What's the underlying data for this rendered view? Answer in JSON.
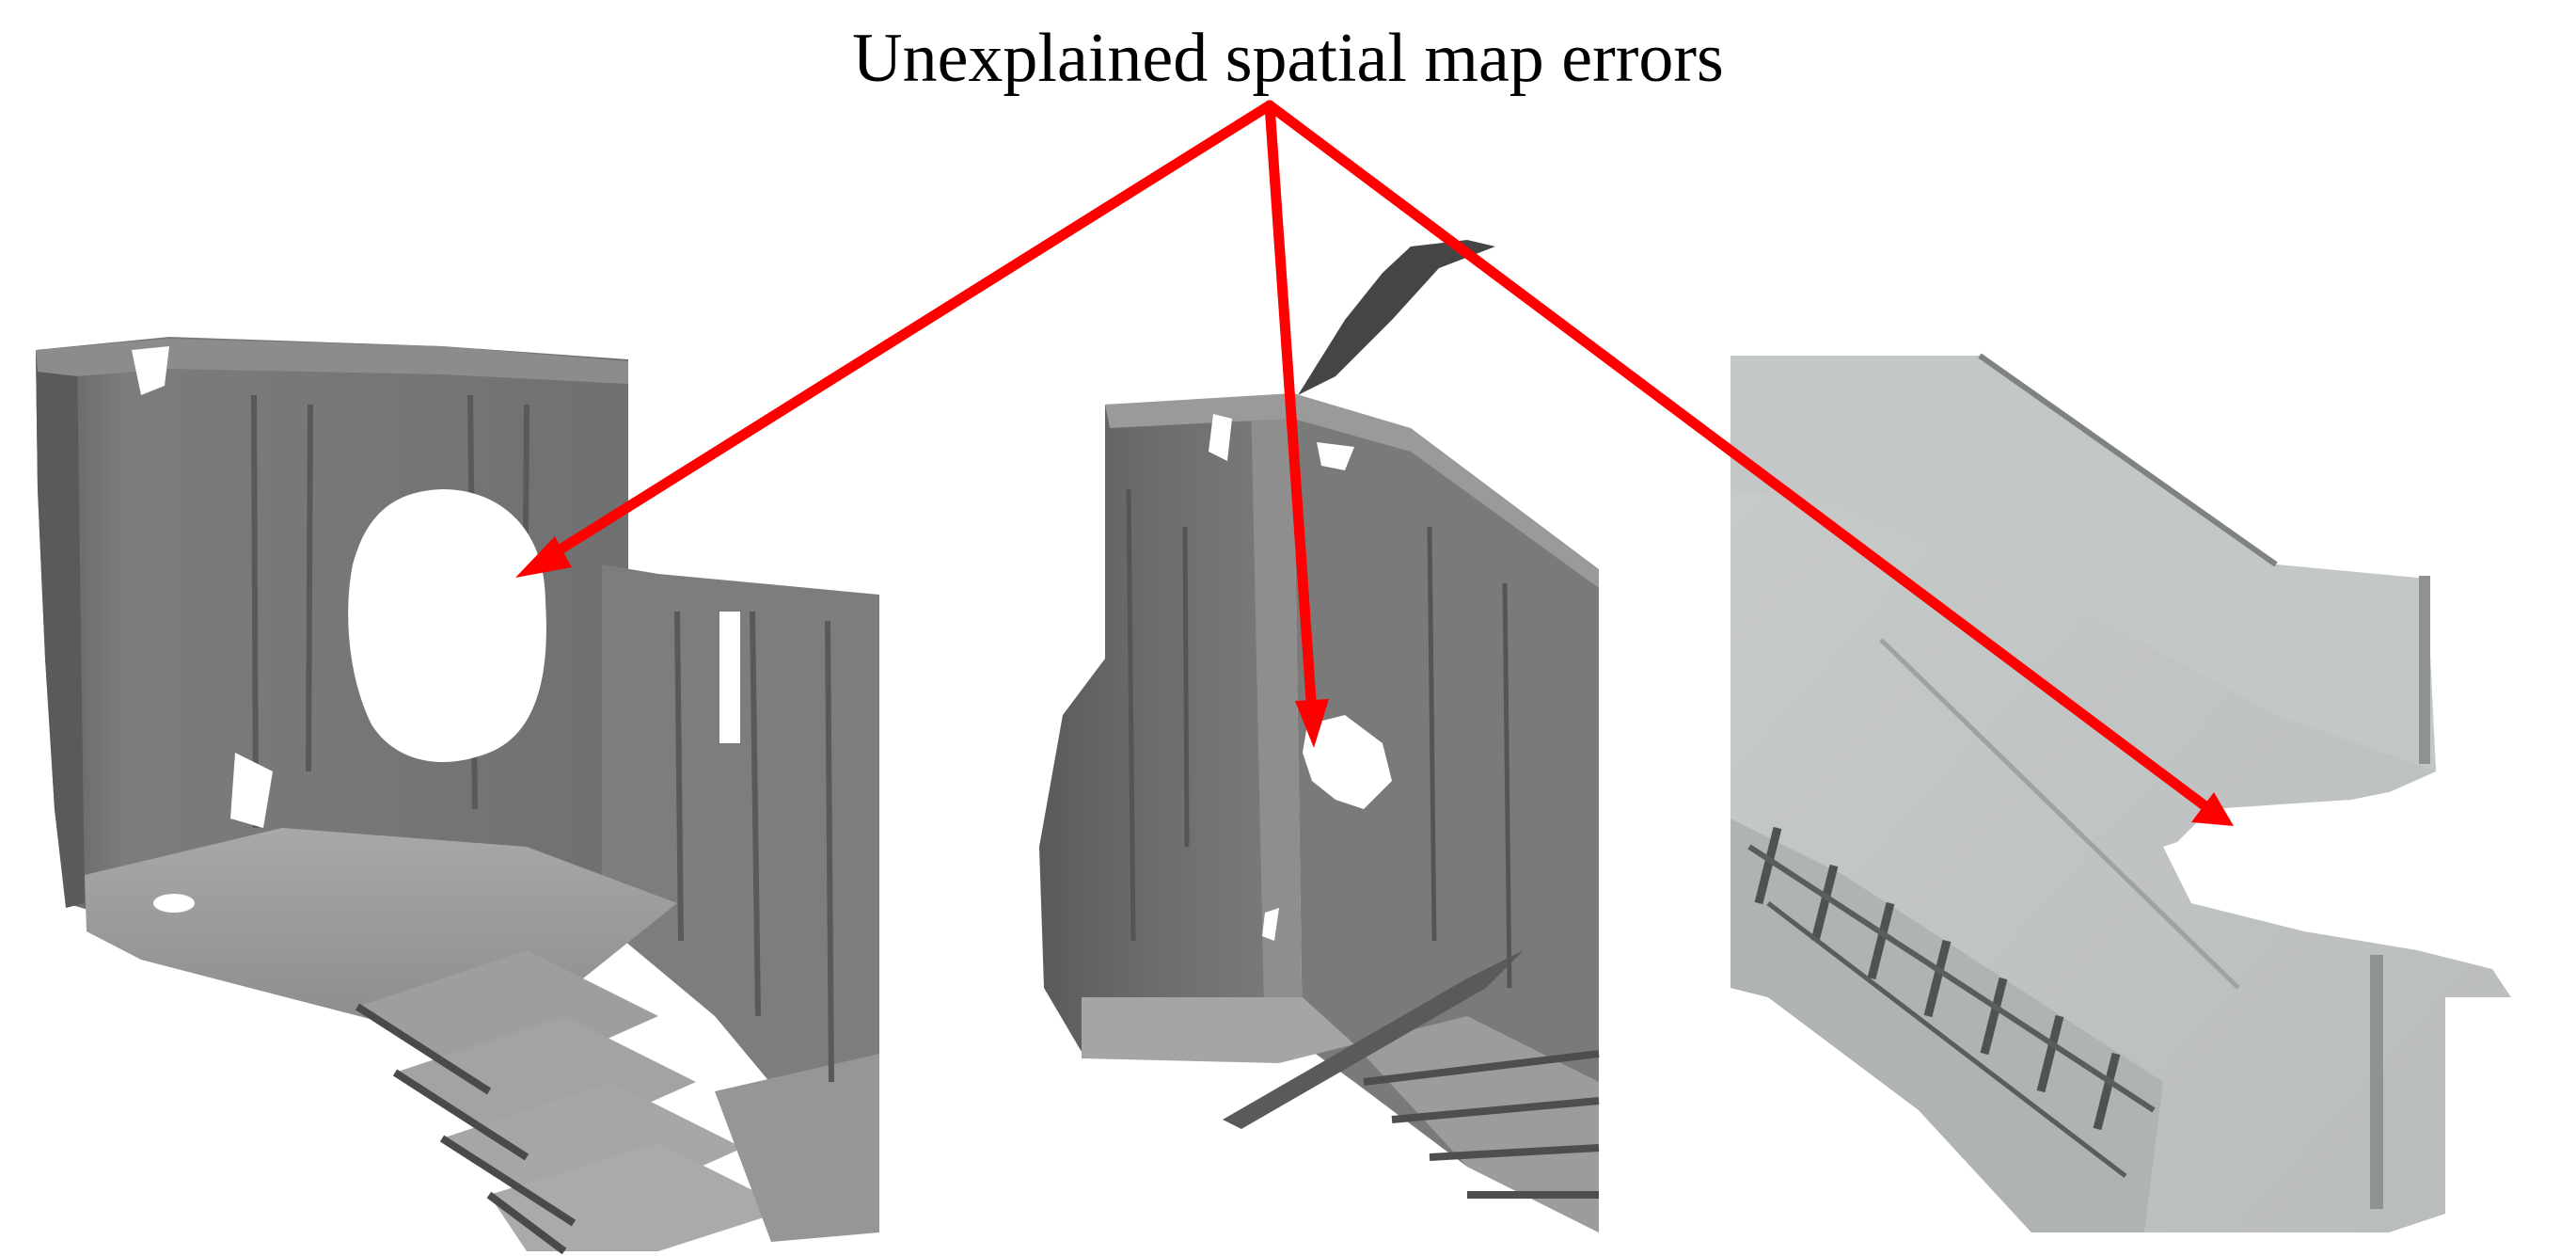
{
  "annotation": {
    "title": "Unexplained spatial map errors",
    "arrow_color": "#ff0000"
  },
  "panels": [
    {
      "id": "left",
      "content": "3D mesh rendering of room corner with staircase, large hole in wall"
    },
    {
      "id": "center",
      "content": "3D mesh rendering of wall corner with stairs, small hole and spike artifact"
    },
    {
      "id": "right",
      "content": "3D mesh rendering of staircase and corridor with missing region"
    }
  ],
  "colors": {
    "mesh_dark": "#6b6b6b",
    "mesh_mid": "#8a8a8a",
    "mesh_light": "#a9a9a9",
    "mesh_pale": "#c7c9c9",
    "background": "#ffffff"
  }
}
